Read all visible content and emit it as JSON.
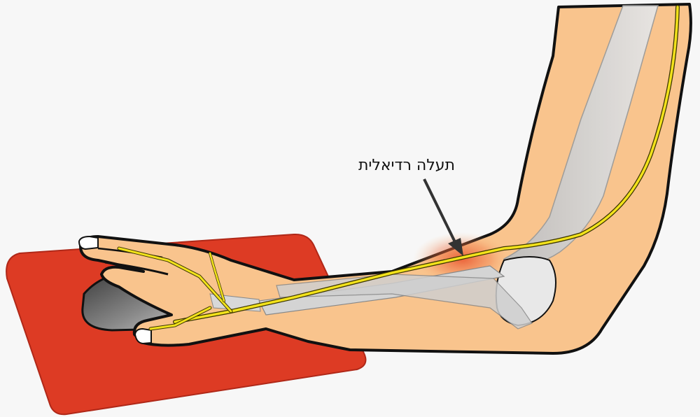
{
  "label": {
    "text": "תעלה רדיאלית"
  },
  "colors": {
    "background": "#f7f7f7",
    "skin": "#f9c48d",
    "outline": "#111111",
    "bone": "#d9d9d9",
    "nerve": "#f2e21b",
    "inflammation": "#e8502a",
    "mousepad": "#dd3b24",
    "mouse": "#6b6b6b"
  },
  "icons": [
    "arm-illustration",
    "mouse-pad",
    "computer-mouse",
    "radial-nerve",
    "arrow"
  ]
}
